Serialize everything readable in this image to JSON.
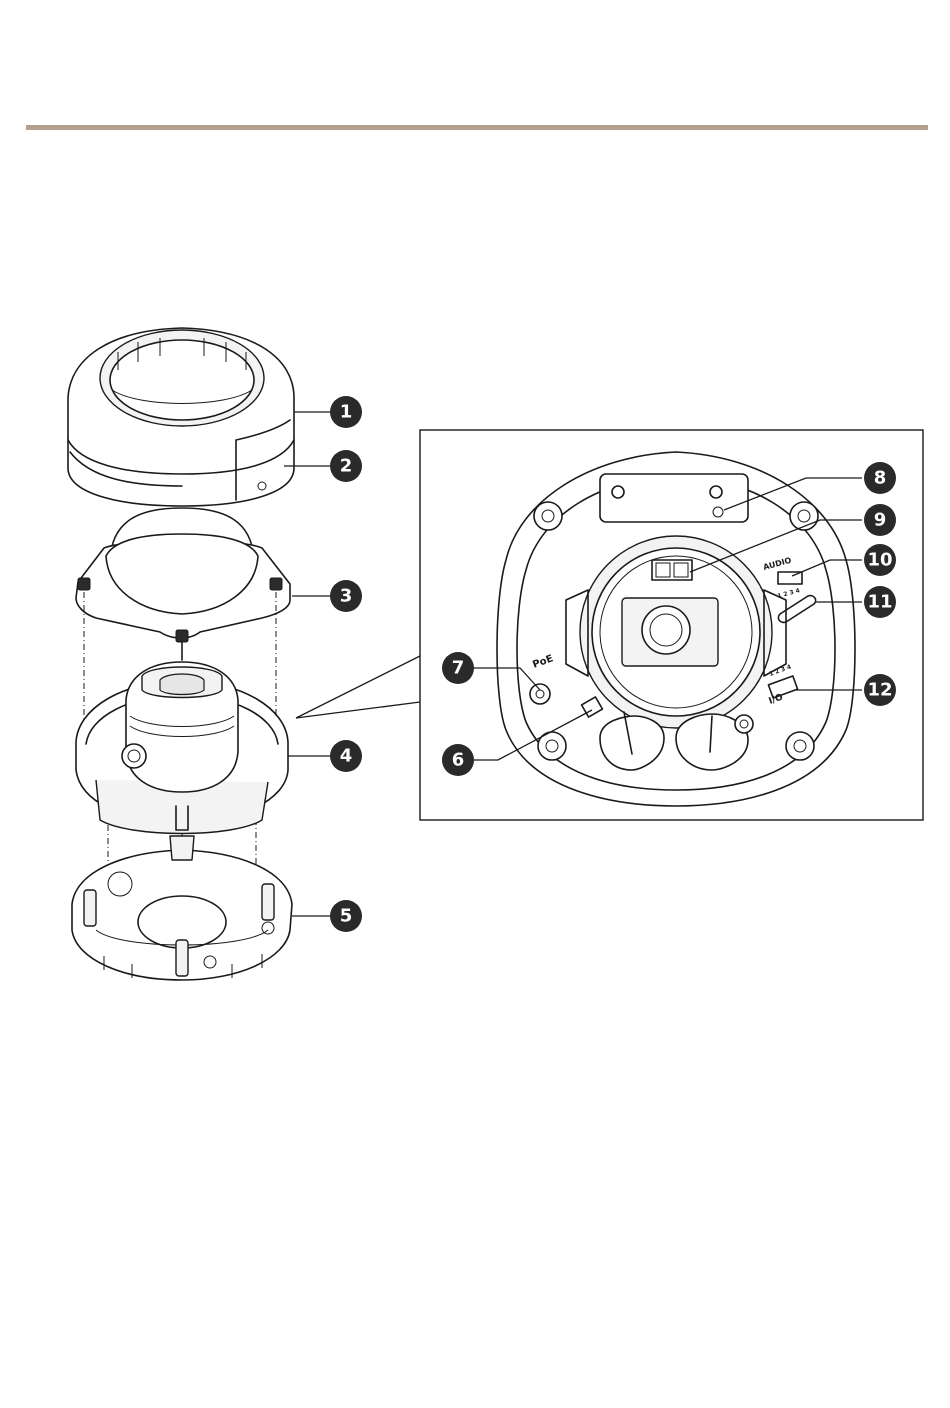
{
  "colors": {
    "rule": "#b3a08f",
    "badge": "#2a2a2a",
    "line": "#1a1a1a"
  },
  "callouts": [
    {
      "id": "1",
      "label": "1"
    },
    {
      "id": "2",
      "label": "2"
    },
    {
      "id": "3",
      "label": "3"
    },
    {
      "id": "4",
      "label": "4"
    },
    {
      "id": "5",
      "label": "5"
    },
    {
      "id": "6",
      "label": "6"
    },
    {
      "id": "7",
      "label": "7"
    },
    {
      "id": "8",
      "label": "8"
    },
    {
      "id": "9",
      "label": "9"
    },
    {
      "id": "10",
      "label": "10"
    },
    {
      "id": "11",
      "label": "11"
    },
    {
      "id": "12",
      "label": "12"
    }
  ],
  "connector_labels": {
    "poe": "PoE",
    "audio": "AUDIO",
    "audio_pins": "1 2 3 4",
    "io": "I/O",
    "io_pins": "1 2 3 4"
  }
}
